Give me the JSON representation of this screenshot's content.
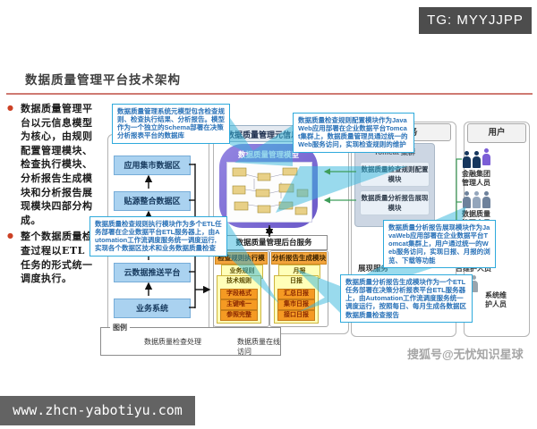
{
  "overlay": {
    "tg_badge": "TG: MYYJJPP",
    "site": "www.zhcn-yabotiyu.com",
    "watermark": "搜狐号@无忧知识星球"
  },
  "title": "数据质量管理平台技术架构",
  "sidebar": {
    "bullets": [
      "数据质量管理平台以元信息模型为核心，由规则配置管理模块、检查执行模块、分析报告生成模块和分析报告展现模块四部分构成。",
      "整个数据质量检查过程以ETL任务的形式统一调度执行。"
    ]
  },
  "diagram": {
    "meta_header": "数据质量管理元信息模型",
    "service_header": "服务",
    "user_header": "用户",
    "data_zones": [
      "应用集市数据区",
      "贴源整合数据区",
      "云数据推送平台",
      "业务系统"
    ],
    "model_title": "数据质量管理模型",
    "backend": {
      "header": "数据质量管理后台服务",
      "module1": {
        "title": "检查规则执行模块",
        "back_card": "业务规则",
        "front_card": "技术规则",
        "items": [
          "字段格式",
          "主键唯一",
          "参照完整"
        ]
      },
      "module2": {
        "title": "分析报告生成模块",
        "back_card": "月报",
        "front_card": "日报",
        "items": [
          "汇总日报",
          "集市日报",
          "接口日报"
        ]
      }
    },
    "tomcat": {
      "title": "Tomcat 集群",
      "boxes": [
        "数据质量检查规则配置模块",
        "数据质量分析报告展现模块"
      ]
    },
    "display_service": "展现服务",
    "users": [
      "金融集团管理人员",
      "数据质量管理人员",
      "台维护人员",
      "系统维护人员"
    ],
    "callouts": [
      "数据质量管理系统元模型包含检查规则、检查执行结果、分析报告。模型作为一个独立的Schema部署在决策分析报表平台的数据库",
      "数据质量检查规则配置模块作为JavaWeb应用部署在企业数据平台Tomcat集群上，数据质量管理员通过统一的Web服务访问，实现检查规则的维护",
      "数据质量检查规则执行模块作为多个ETL任务部署在企业数据平台ETL服务器上，由Automation工作流调度服务统一调度运行,实现各个数据区技术和业务数据质量检查",
      "数据质量分析报告展现模块作为JavaWeb应用部署在企业数据平台Tomcat集群上，用户通过统一的Web服务访问，实现日报、月报的浏览、下载等功能",
      "数据质量分析报告生成模块作为一个ETL任务部署在决策分析报表平台ETL服务器上，由Automation工作流调度服务统一调度运行，按照每日、每月生成各数据区数据质量检查报告"
    ],
    "legend": {
      "title": "图例",
      "black_label": "数据质量检查处理",
      "green_label": "数据质量在线访问"
    },
    "colors": {
      "accent_red": "#cf7a72",
      "callout_border": "#2eaadc",
      "callout_text": "#2a72b8",
      "zone_blue": "#aad2f0",
      "module_orange": "#f2a43c",
      "card_yellow": "#ffffb8",
      "row_orange": "#f59a23",
      "pointer_cyan": "#35b7dc",
      "access_green": "#3f9d5a",
      "model_purple": "#7a68d4"
    }
  }
}
